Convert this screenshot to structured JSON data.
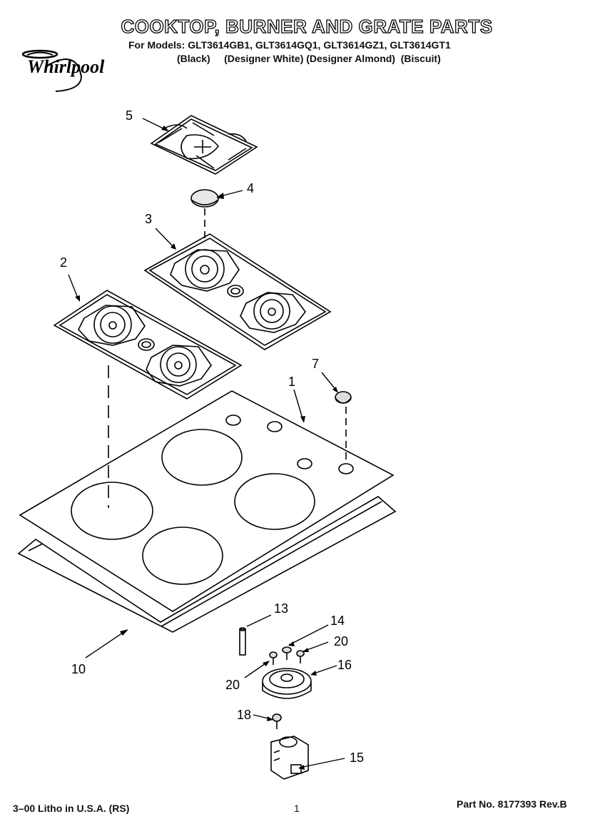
{
  "header": {
    "title": "COOKTOP, BURNER AND GRATE PARTS",
    "models_line": "For Models: GLT3614GB1, GLT3614GQ1, GLT3614GZ1, GLT3614GT1",
    "colors_line": "(Black)     (Designer White) (Designer Almond)  (Biscuit)",
    "brand": "Whirlpool"
  },
  "callouts": {
    "c1": "1",
    "c2": "2",
    "c3": "3",
    "c4": "4",
    "c5": "5",
    "c7": "7",
    "c10": "10",
    "c13": "13",
    "c14": "14",
    "c15": "15",
    "c16": "16",
    "c18": "18",
    "c20a": "20",
    "c20b": "20"
  },
  "footer": {
    "left": "3–00 Litho in U.S.A. (RS)",
    "page": "1",
    "part_no": "Part No. 8177393 Rev.B"
  }
}
